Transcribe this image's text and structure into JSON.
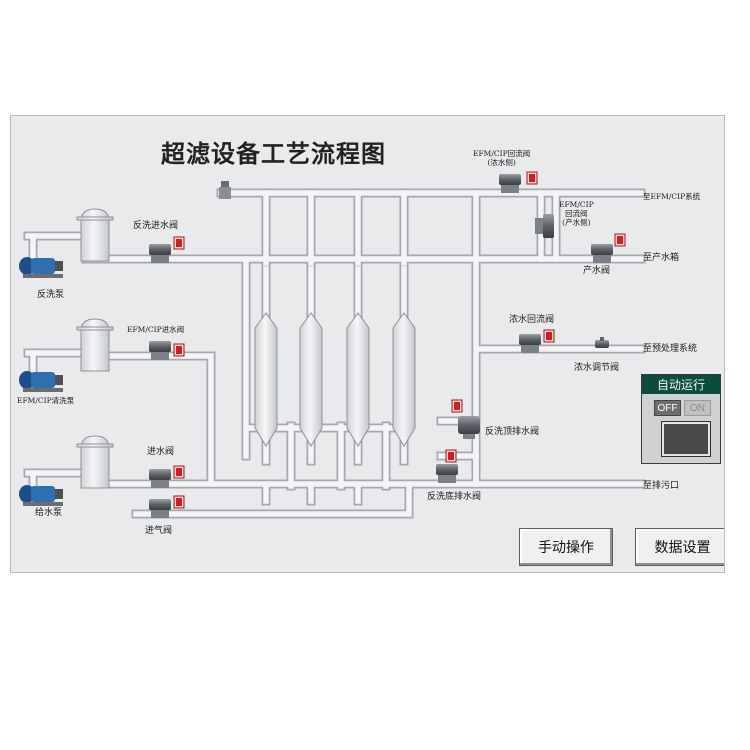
{
  "title": "超滤设备工艺流程图",
  "pumps": {
    "backwash": "反洗泵",
    "cip": "EFM/CIP清洗泵",
    "feed": "给水泵"
  },
  "valves": {
    "backwash_inlet": "反洗进水阀",
    "cip_inlet": "EFM/CIP进水阀",
    "inlet": "进水阀",
    "air_inlet": "进气阀",
    "cip_return_concentrate": [
      "EFM/CIP回流阀",
      "(浓水侧)"
    ],
    "cip_return_product": [
      "EFM/CIP",
      "回流阀",
      "(产水侧)"
    ],
    "product": "产水阀",
    "concentrate_return": "浓水回流阀",
    "concentrate_regulating": "浓水调节阀",
    "backwash_top_drain": "反洗顶排水阀",
    "backwash_bottom_drain": "反洗底排水阀"
  },
  "destinations": {
    "cip_system": "至EFM/CIP系统",
    "product_tank": "至产水箱",
    "pretreatment": "至预处理系统",
    "drain": "至排污口"
  },
  "auto_panel": {
    "title": "自动运行",
    "off": "OFF",
    "on": "ON"
  },
  "buttons": {
    "manual": "手动操作",
    "data_settings": "数据设置"
  },
  "colors": {
    "pipe_fill": "#f4f4f6",
    "pipe_edge": "#a5a8ae",
    "pump_blue": "#2d6fb0",
    "alarm_red": "#d11f1f",
    "panel_title": "#0b4d3a"
  }
}
